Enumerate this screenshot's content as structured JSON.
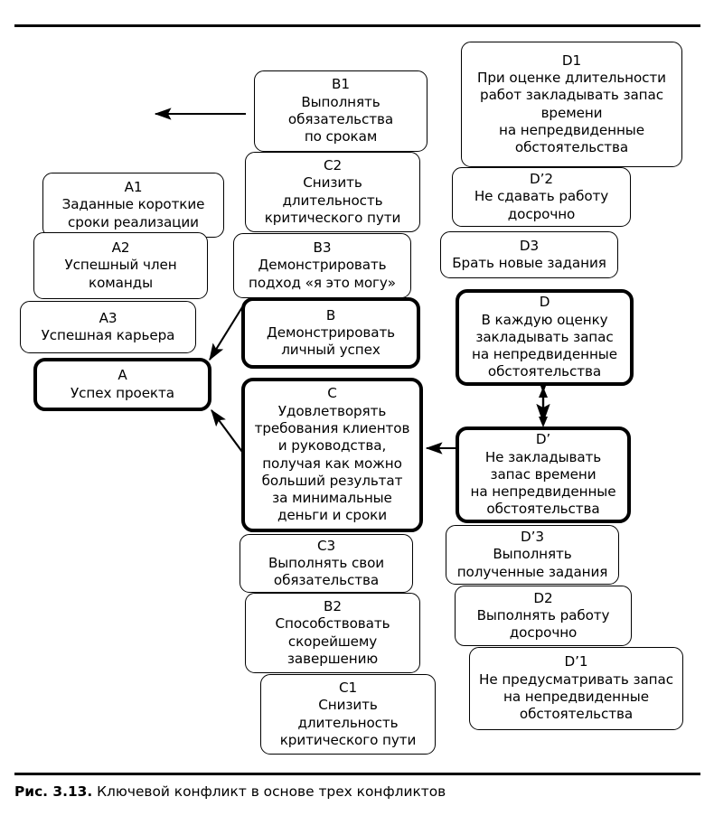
{
  "figure": {
    "caption_number": "Рис. 3.13.",
    "caption_text": "Ключевой конфликт в основе трех конфликтов"
  },
  "diagram": {
    "type": "conflict-resolution-diagram",
    "columns": {
      "left": "A",
      "middle": "B/C",
      "right": "D"
    },
    "nodes": [
      {
        "id": "A1",
        "tag": "A1",
        "text": "Заданные короткие\nсроки реализации",
        "emphasis": "normal"
      },
      {
        "id": "A2",
        "tag": "A2",
        "text": "Успешный член\nкоманды",
        "emphasis": "normal"
      },
      {
        "id": "A3",
        "tag": "A3",
        "text": "Успешная карьера",
        "emphasis": "normal"
      },
      {
        "id": "A",
        "tag": "A",
        "text": "Успех проекта",
        "emphasis": "bold"
      },
      {
        "id": "B1",
        "tag": "B1",
        "text": "Выполнять\nобязательства\nпо срокам",
        "emphasis": "normal"
      },
      {
        "id": "C2",
        "tag": "C2",
        "text": "Снизить\nдлительность\nкритического пути",
        "emphasis": "normal"
      },
      {
        "id": "B3",
        "tag": "B3",
        "text": "Демонстрировать\nподход «я это могу»",
        "emphasis": "normal"
      },
      {
        "id": "B",
        "tag": "B",
        "text": "Демонстрировать\nличный успех",
        "emphasis": "bold"
      },
      {
        "id": "C",
        "tag": "C",
        "text": "Удовлетворять\nтребования клиентов\nи руководства,\nполучая как можно\nбольший результат\nза минимальные\nденьги и сроки",
        "emphasis": "bold"
      },
      {
        "id": "C3",
        "tag": "C3",
        "text": "Выполнять свои\nобязательства",
        "emphasis": "normal"
      },
      {
        "id": "B2",
        "tag": "B2",
        "text": "Способствовать\nскорейшему\nзавершению",
        "emphasis": "normal"
      },
      {
        "id": "C1",
        "tag": "C1",
        "text": "Снизить\nдлительность\nкритического пути",
        "emphasis": "normal"
      },
      {
        "id": "D1",
        "tag": "D1",
        "text": "При оценке длительности\nработ закладывать запас\nвремени\nна непредвиденные\nобстоятельства",
        "emphasis": "normal"
      },
      {
        "id": "Dp2",
        "tag": "D’2",
        "text": "Не сдавать работу\nдосрочно",
        "emphasis": "normal"
      },
      {
        "id": "D3",
        "tag": "D3",
        "text": "Брать новые задания",
        "emphasis": "normal"
      },
      {
        "id": "D",
        "tag": "D",
        "text": "В каждую оценку\nзакладывать запас\nна непредвиденные\nобстоятельства",
        "emphasis": "bold"
      },
      {
        "id": "Dp",
        "tag": "D’",
        "text": "Не закладывать\nзапас времени\nна непредвиденные\nобстоятельства",
        "emphasis": "bold"
      },
      {
        "id": "Dp3",
        "tag": "D’3",
        "text": "Выполнять\nполученные задания",
        "emphasis": "normal"
      },
      {
        "id": "D2",
        "tag": "D2",
        "text": "Выполнять работу\nдосрочно",
        "emphasis": "normal"
      },
      {
        "id": "Dp1",
        "tag": "D’1",
        "text": "Не предусматривать запас\nна непредвиденные\nобстоятельства",
        "emphasis": "normal"
      }
    ],
    "arrows": [
      {
        "name": "arrow-b1-to-left",
        "kind": "single"
      },
      {
        "name": "arrow-b-to-a",
        "kind": "single"
      },
      {
        "name": "arrow-c-to-a",
        "kind": "single"
      },
      {
        "name": "arrow-d-to-dprime",
        "kind": "double"
      },
      {
        "name": "arrow-dprime-to-c",
        "kind": "single"
      }
    ]
  },
  "colors": {
    "ink": "#000000",
    "paper": "#ffffff"
  }
}
